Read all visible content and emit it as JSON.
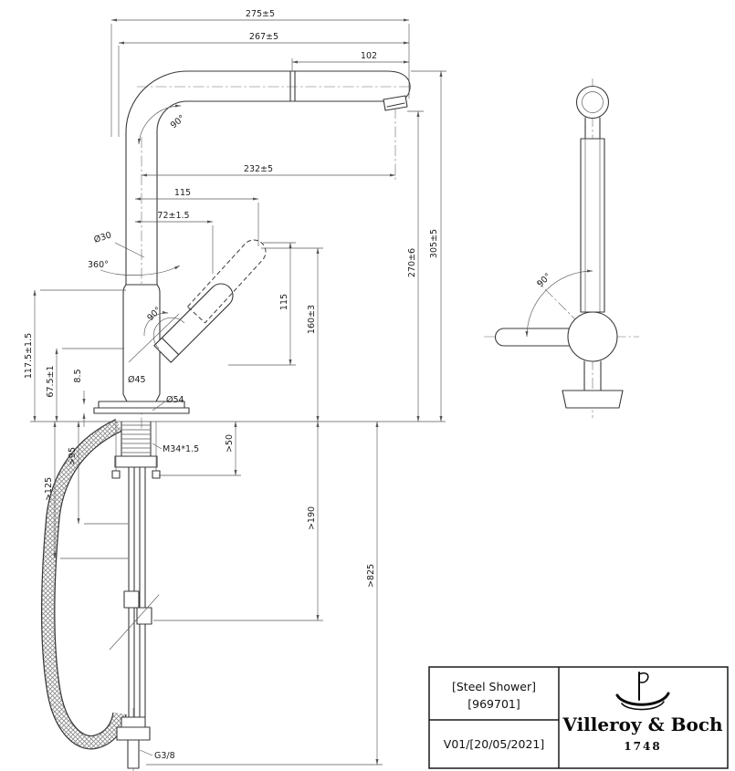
{
  "drawing": {
    "labels": {
      "len_275": "275±5",
      "len_267": "267±5",
      "len_102": "102",
      "len_232": "232±5",
      "len_115_top": "115",
      "len_72": "72±1.5",
      "dia_30": "Ø30",
      "rot_360": "360°",
      "ang_90_spout": "90°",
      "ang_90_handle": "90°",
      "ang_90_side": "90°",
      "len_115_body": "115",
      "len_160": "160±3",
      "len_270": "270±6",
      "len_305": "305±5",
      "len_117": "117.5±1.5",
      "len_67": "67.5±1",
      "len_8_5": "8.5",
      "dia_45": "Ø45",
      "dia_54": "Ø54",
      "min_95": ">95",
      "min_125": ">125",
      "thread_m34": "M34*1.5",
      "min_50": ">50",
      "min_190": ">190",
      "min_825": ">825",
      "thread_g38": "G3/8"
    },
    "title_block": {
      "product_name": "[Steel Shower]",
      "product_code": "[969701]",
      "version": "V01/[20/05/2021]",
      "brand": "Villeroy & Boch",
      "brand_year": "1748"
    }
  }
}
